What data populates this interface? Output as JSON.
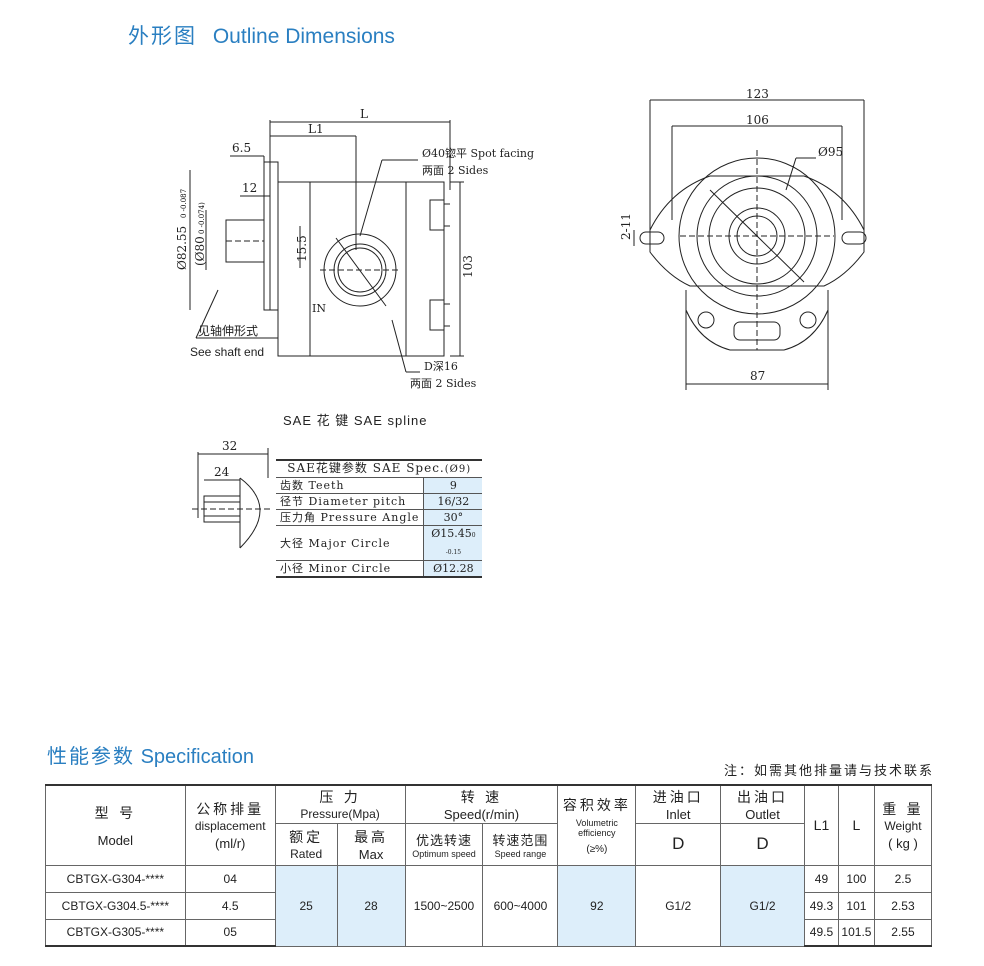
{
  "outline": {
    "title_cn": "外形图",
    "title_en": "Outline Dimensions"
  },
  "side_view": {
    "L": "L",
    "L1": "L1",
    "d6_5": "6.5",
    "d12": "12",
    "d15_5": "15.5",
    "d103": "103",
    "shaft_dia": "Ø82.55",
    "shaft_tol": "0 -0.087",
    "shaft_dia2": "(Ø80",
    "shaft_tol2": "0 -0.074)",
    "spot": "Ø40锪平 Spot facing",
    "two_sides": "两面 2 Sides",
    "in_label": "IN",
    "d_depth": "D深16",
    "two_sides2": "两面 2 Sides",
    "shaft_cn": "见轴伸形式",
    "shaft_en": "See shaft end"
  },
  "front_view": {
    "d123": "123",
    "d106": "106",
    "d95": "Ø95",
    "d2_11": "2-11",
    "d87": "87"
  },
  "spline": {
    "caption": "SAE 花 键   SAE spline",
    "d32": "32",
    "d24": "24",
    "header": "SAE花键参数  SAE Spec.",
    "header_mark": "(Ø9)",
    "rows": [
      {
        "label": "齿数 Teeth",
        "value": "9"
      },
      {
        "label": "径节 Diameter pitch",
        "value": "16/32"
      },
      {
        "label": "压力角 Pressure Angle",
        "value": "30°"
      },
      {
        "label": "大径 Major Circle",
        "value": "Ø15.45"
      },
      {
        "label": "小径 Minor Circle",
        "value": "Ø12.28"
      }
    ],
    "major_tol": "0 -0.15"
  },
  "spec": {
    "title_cn": "性能参数",
    "title_en": "Specification",
    "note": "注：如需其他排量请与技术联系",
    "headers": {
      "model_cn": "型 号",
      "model_en": "Model",
      "disp_cn": "公称排量",
      "disp_en": "displacement",
      "disp_unit": "(ml/r)",
      "press_cn": "压 力",
      "press_en": "Pressure(Mpa)",
      "rated_cn": "额定",
      "rated_en": "Rated",
      "max_cn": "最高",
      "max_en": "Max",
      "speed_cn": "转 速",
      "speed_en": "Speed(r/min)",
      "opt_cn": "优选转速",
      "opt_en": "Optimum speed",
      "range_cn": "转速范围",
      "range_en": "Speed range",
      "eff_cn": "容积效率",
      "eff_en": "Volumetric efficiency",
      "eff_unit": "(≥%)",
      "inlet_cn": "进油口",
      "inlet_en": "Inlet",
      "inlet_d": "D",
      "outlet_cn": "出油口",
      "outlet_en": "Outlet",
      "outlet_d": "D",
      "l1": "L1",
      "l": "L",
      "weight_cn": "重 量",
      "weight_en": "Weight",
      "weight_unit": "( kg )"
    },
    "shared": {
      "rated": "25",
      "max": "28",
      "optimum": "1500~2500",
      "range": "600~4000",
      "efficiency": "92",
      "inlet": "G1/2",
      "outlet": "G1/2"
    },
    "rows": [
      {
        "model": "CBTGX-G304-****",
        "disp": "04",
        "l1": "49",
        "l": "100",
        "weight": "2.5"
      },
      {
        "model": "CBTGX-G304.5-****",
        "disp": "4.5",
        "l1": "49.3",
        "l": "101",
        "weight": "2.53"
      },
      {
        "model": "CBTGX-G305-****",
        "disp": "05",
        "l1": "49.5",
        "l": "101.5",
        "weight": "2.55"
      }
    ]
  }
}
